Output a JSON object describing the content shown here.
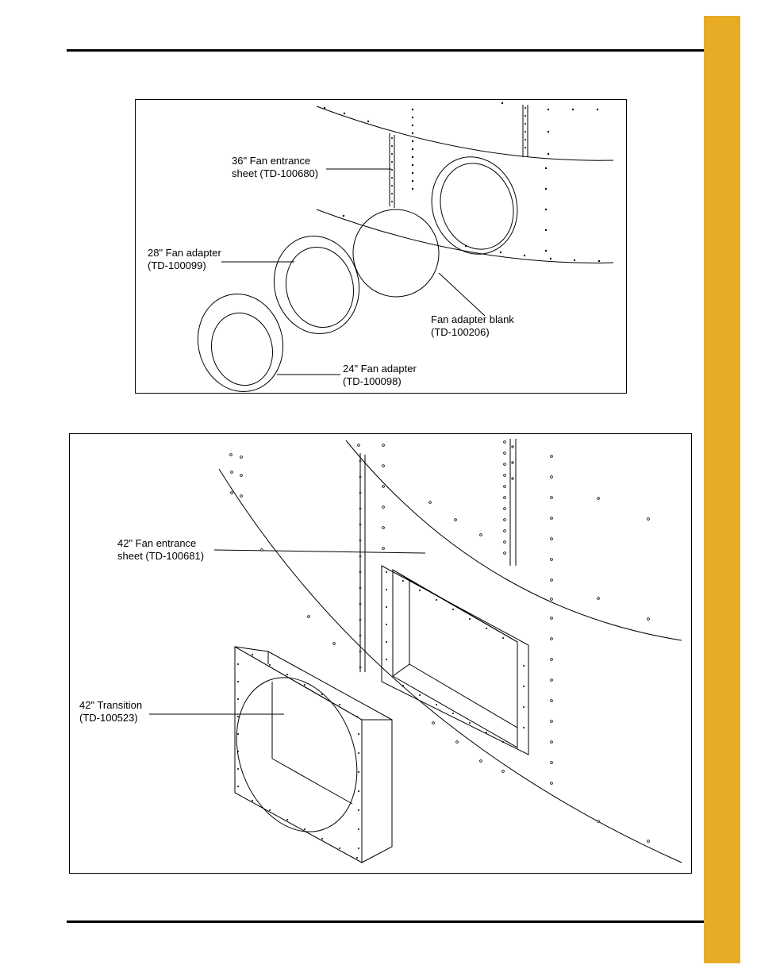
{
  "figures": [
    {
      "callouts": [
        {
          "line1": "36\" Fan entrance",
          "line2": "sheet (TD-100680)"
        },
        {
          "line1": "28\" Fan adapter",
          "line2": "(TD-100099)"
        },
        {
          "line1": "Fan adapter blank",
          "line2": "(TD-100206)"
        },
        {
          "line1": "24\" Fan adapter",
          "line2": "(TD-100098)"
        }
      ]
    },
    {
      "callouts": [
        {
          "line1": "42\" Fan entrance",
          "line2": "sheet (TD-100681)"
        },
        {
          "line1": "42\" Transition",
          "line2": "(TD-100523)"
        }
      ]
    }
  ],
  "colors": {
    "tab": "#e7ab26",
    "line": "#000000"
  }
}
